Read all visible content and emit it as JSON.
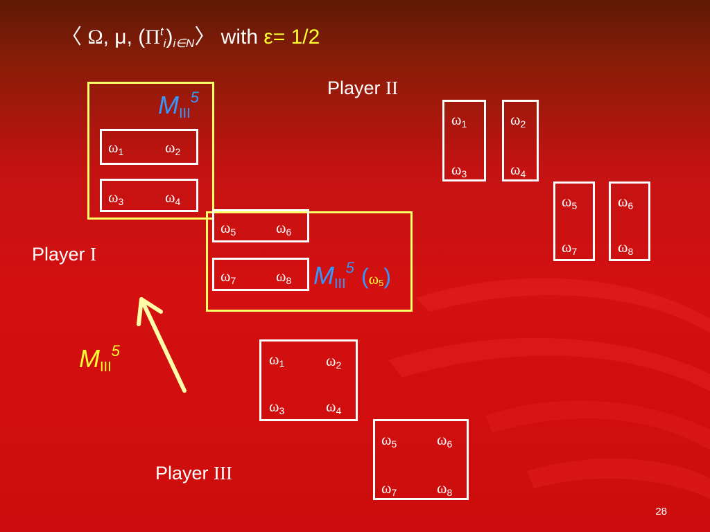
{
  "slide": {
    "title": {
      "open": "〈 ",
      "omega": "Ω",
      "comma1": ", μ, (",
      "pi": "Π",
      "pi_sup": "t",
      "pi_sub_i": "i",
      "close_paren": ")",
      "index_sub": "i∈N",
      "close": "〉",
      "with": " with ",
      "epsilon": "ε",
      "eq_value": "= 1/2"
    },
    "page_number": "28"
  },
  "players": {
    "player1": {
      "word": "Player",
      "numeral": "I"
    },
    "player2": {
      "word": "Player",
      "numeral": "II"
    },
    "player3": {
      "word": "Player",
      "numeral": "III"
    }
  },
  "labels": {
    "m_letter": "M",
    "m_sub": "III",
    "m_sup": "5",
    "m_paren_open": "(",
    "m_paren_close": ")",
    "omega5_symbol": "ω",
    "omega5_sub": "5"
  },
  "colors": {
    "m_label_top": "#3399ff",
    "m_label_mid": "#3399ff",
    "m_label_omega": "#ffff33",
    "m_label_arrow": "#ffff33",
    "yellow_frame": "#ffff66",
    "arrow": "#ffffaa"
  },
  "omega": {
    "symbol": "ω",
    "subs": [
      "1",
      "2",
      "3",
      "4",
      "5",
      "6",
      "7",
      "8"
    ]
  },
  "icons": {
    "arrow": "up-left-arrow-icon"
  }
}
